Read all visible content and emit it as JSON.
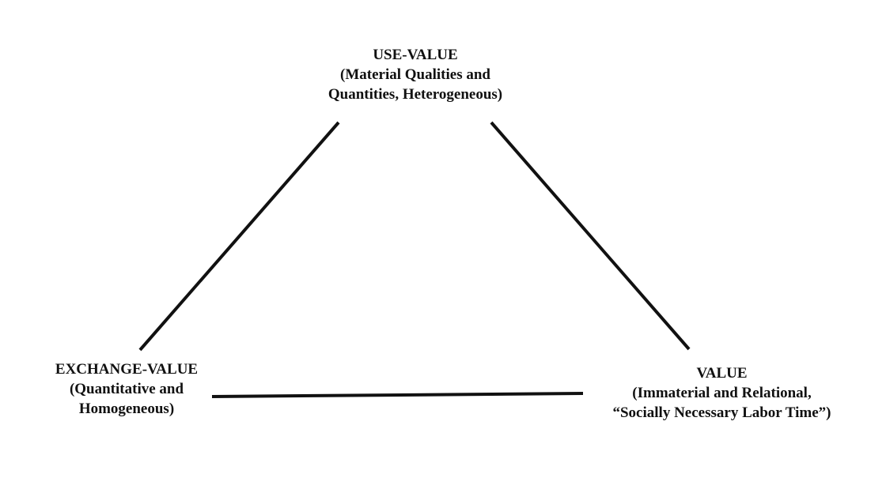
{
  "diagram": {
    "nodes": {
      "use_value": {
        "title": "USE-VALUE",
        "line1": "(Material Qualities and",
        "line2": "Quantities, Heterogeneous)"
      },
      "exchange_value": {
        "title": "EXCHANGE-VALUE",
        "line1": "(Quantitative and",
        "line2": "Homogeneous)"
      },
      "value": {
        "title": "VALUE",
        "line1": "(Immaterial and Relational,",
        "line2": "“Socially Necessary Labor Time”)"
      }
    },
    "edges": [
      {
        "from": "use_value",
        "to": "exchange_value"
      },
      {
        "from": "use_value",
        "to": "value"
      },
      {
        "from": "exchange_value",
        "to": "value"
      }
    ],
    "line_color": "#111111",
    "background": "#ffffff"
  }
}
